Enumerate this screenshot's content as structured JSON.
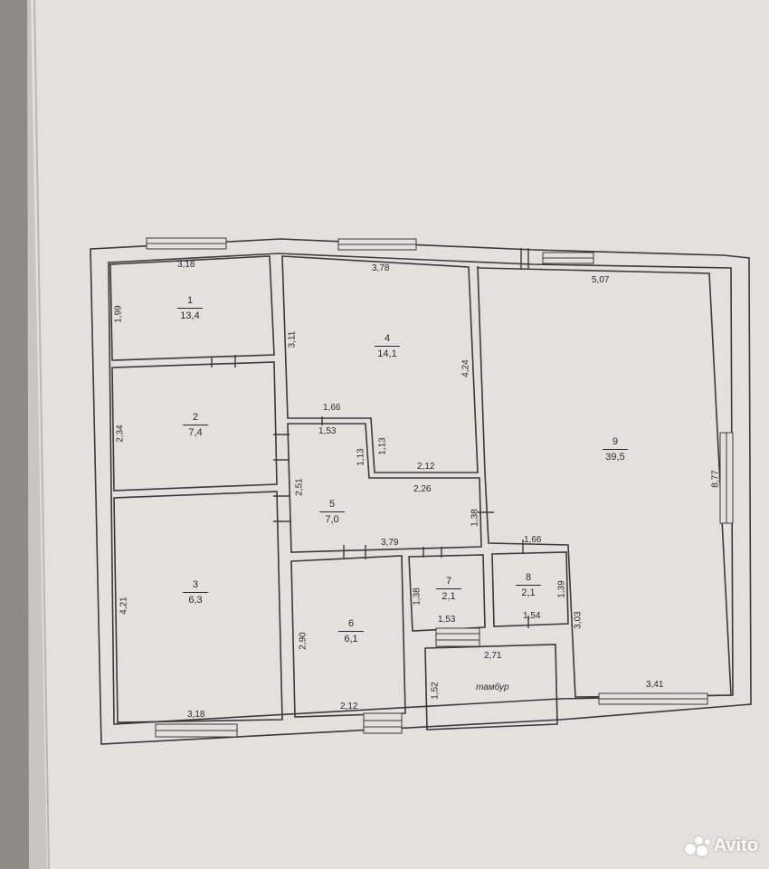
{
  "plan": {
    "rooms": [
      {
        "id": "1",
        "number": "1",
        "area": "13,4"
      },
      {
        "id": "2",
        "number": "2",
        "area": "7,4"
      },
      {
        "id": "3",
        "number": "3",
        "area": "6,3"
      },
      {
        "id": "4",
        "number": "4",
        "area": "14,1"
      },
      {
        "id": "5",
        "number": "5",
        "area": "7,0"
      },
      {
        "id": "6",
        "number": "6",
        "area": "6,1"
      },
      {
        "id": "7",
        "number": "7",
        "area": "2,1"
      },
      {
        "id": "8",
        "number": "8",
        "area": "2,1"
      },
      {
        "id": "9",
        "number": "9",
        "area": "39,5"
      }
    ],
    "vestibule_label": "тамбур",
    "dimensions": {
      "r3_width": "3,18",
      "r3_height": "1,99",
      "r4_width": "3,78",
      "r4_left": "3,11",
      "r4_right": "4,24",
      "r9_width": "5,07",
      "r9_right": "8,77",
      "r9_bottom": "3,41",
      "r9_lower_left": "3,03",
      "r2_height": "2,34",
      "hall_top": "1,66",
      "hall_inner": "1,53",
      "hall_step_left": "1,13",
      "hall_step_right": "1,13",
      "r4_bottom": "2,12",
      "hall_mid": "2,26",
      "hall_left": "2,51",
      "hall_right": "1,38",
      "hall_bottom": "3,79",
      "r8_top": "1,66",
      "r8_right": "1,39",
      "r8_bottom": "1,54",
      "r7_left": "1,38",
      "r7_bottom": "1,53",
      "r1_height": "4,21",
      "r1_width": "3,18",
      "r6_height": "2,90",
      "r6_width": "2,12",
      "tambur_width": "2,71",
      "tambur_height": "1,52"
    }
  },
  "watermark": {
    "text": "Avito"
  }
}
